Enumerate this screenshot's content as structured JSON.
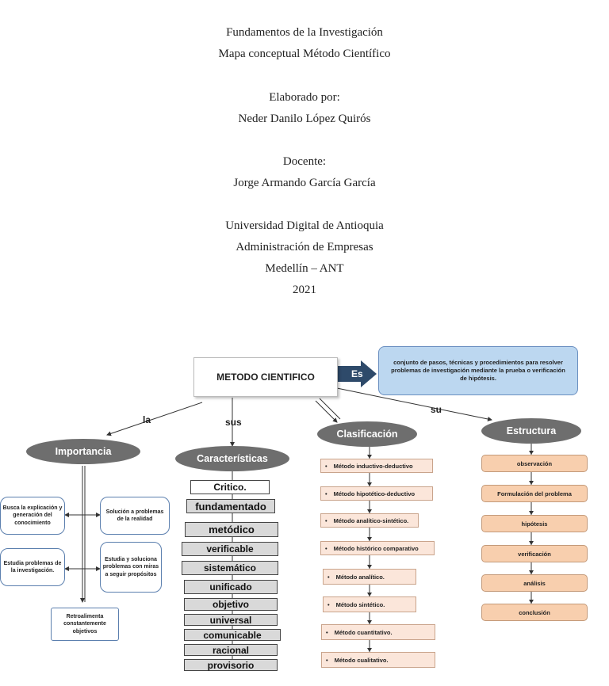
{
  "cover": {
    "course": "Fundamentos de la Investigación",
    "subtitle": "Mapa conceptual Método Científico",
    "prepared_by_label": "Elaborado por:",
    "author": "Neder Danilo López Quirós",
    "teacher_label": "Docente:",
    "teacher": "Jorge Armando García García",
    "university": "Universidad Digital de Antioquia",
    "program": "Administración de Empresas",
    "city": "Medellín – ANT",
    "year": "2021"
  },
  "map": {
    "central": "METODO CIENTIFICO",
    "es_label": "Es",
    "definition": "conjunto de pasos, técnicas y procedimientos para resolver problemas de investigación mediante la prueba o verificación de hipótesis.",
    "connectors": {
      "la": "la",
      "sus": "sus",
      "su": "su"
    },
    "importancia": {
      "title": "Importancia",
      "items": [
        "Busca la explicación y generación del conocimiento",
        "Solución a problemas de la realidad",
        "Estudia problemas de la investigación.",
        "Estudia y soluciona problemas con miras a seguir propósitos",
        "Retroalimenta constantemente objetivos"
      ]
    },
    "caracteristicas": {
      "title": "Características",
      "items": [
        "Critico.",
        "fundamentado",
        "metódico",
        "verificable",
        "sistemático",
        "unificado",
        "objetivo",
        "universal",
        "comunicable",
        "racional",
        "provisorio"
      ]
    },
    "clasificacion": {
      "title": "Clasificación",
      "bullet": "•",
      "items": [
        "Método inductivo-deductivo",
        "Método hipotético-deductivo",
        "Método analítico-sintético.",
        "Método histórico comparativo",
        "Método analítico.",
        "Método sintético.",
        "Método cuantitativo.",
        "Método cualitativo."
      ]
    },
    "estructura": {
      "title": "Estructura",
      "items": [
        "observación",
        "Formulación del problema",
        "hipótesis",
        "verificación",
        "análisis",
        "conclusión"
      ]
    }
  }
}
